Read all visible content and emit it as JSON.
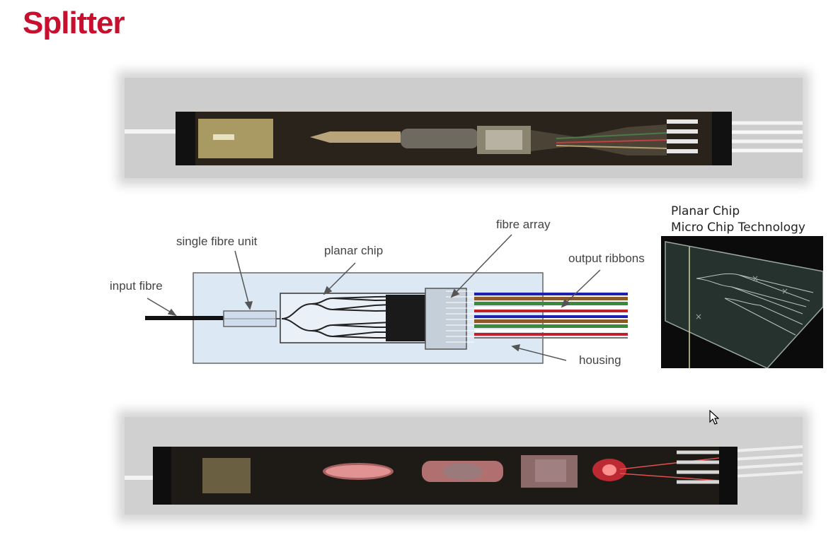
{
  "title": "Splitter",
  "diagram": {
    "labels": {
      "input_fibre": "input fibre",
      "single_fibre_unit": "single fibre unit",
      "planar_chip": "planar chip",
      "fibre_array": "fibre array",
      "output_ribbons": "output ribbons",
      "housing": "housing"
    }
  },
  "inset": {
    "caption_line1": "Planar Chip",
    "caption_line2": "Micro Chip Technology"
  },
  "colors": {
    "title": "#c8102e",
    "housing_fill": "#dce9f5",
    "ribbons": [
      "#1f1fb0",
      "#8b5a2b",
      "#3a8a3a",
      "#ffffff",
      "#c0202a",
      "#1f1fb0",
      "#8b5a2b",
      "#3a8a3a",
      "#ffffff",
      "#c0202a"
    ]
  },
  "icons": {
    "cursor": "mouse-pointer-icon"
  }
}
